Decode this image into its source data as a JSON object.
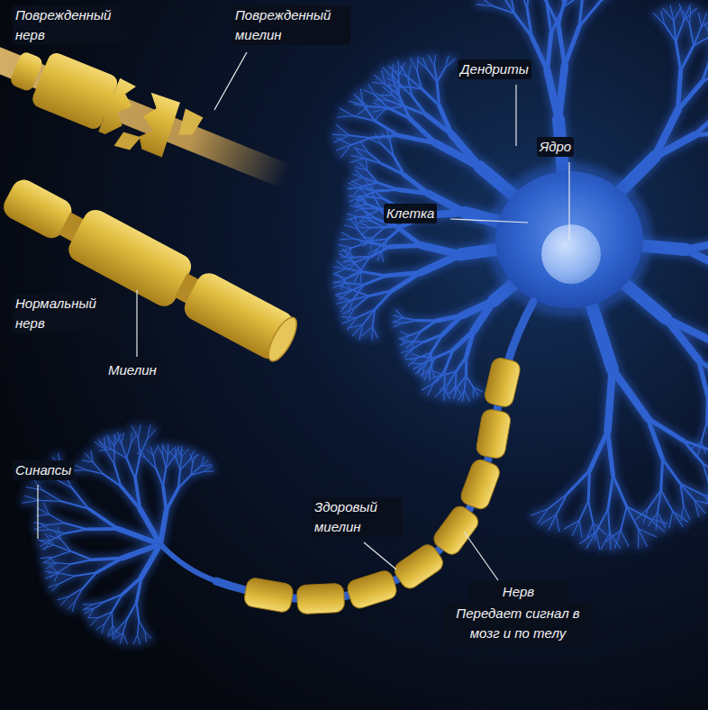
{
  "diagram": {
    "labels": [
      "Поврежденный нерв",
      "Поврежденный миелин",
      "Дендриты",
      "Ядро",
      "Клетка",
      "Нормальный нерв",
      "Миелин",
      "Синапсы",
      "Здоровый миелин",
      "Нерв",
      "Передает сигнал в мозг и по телу"
    ]
  }
}
